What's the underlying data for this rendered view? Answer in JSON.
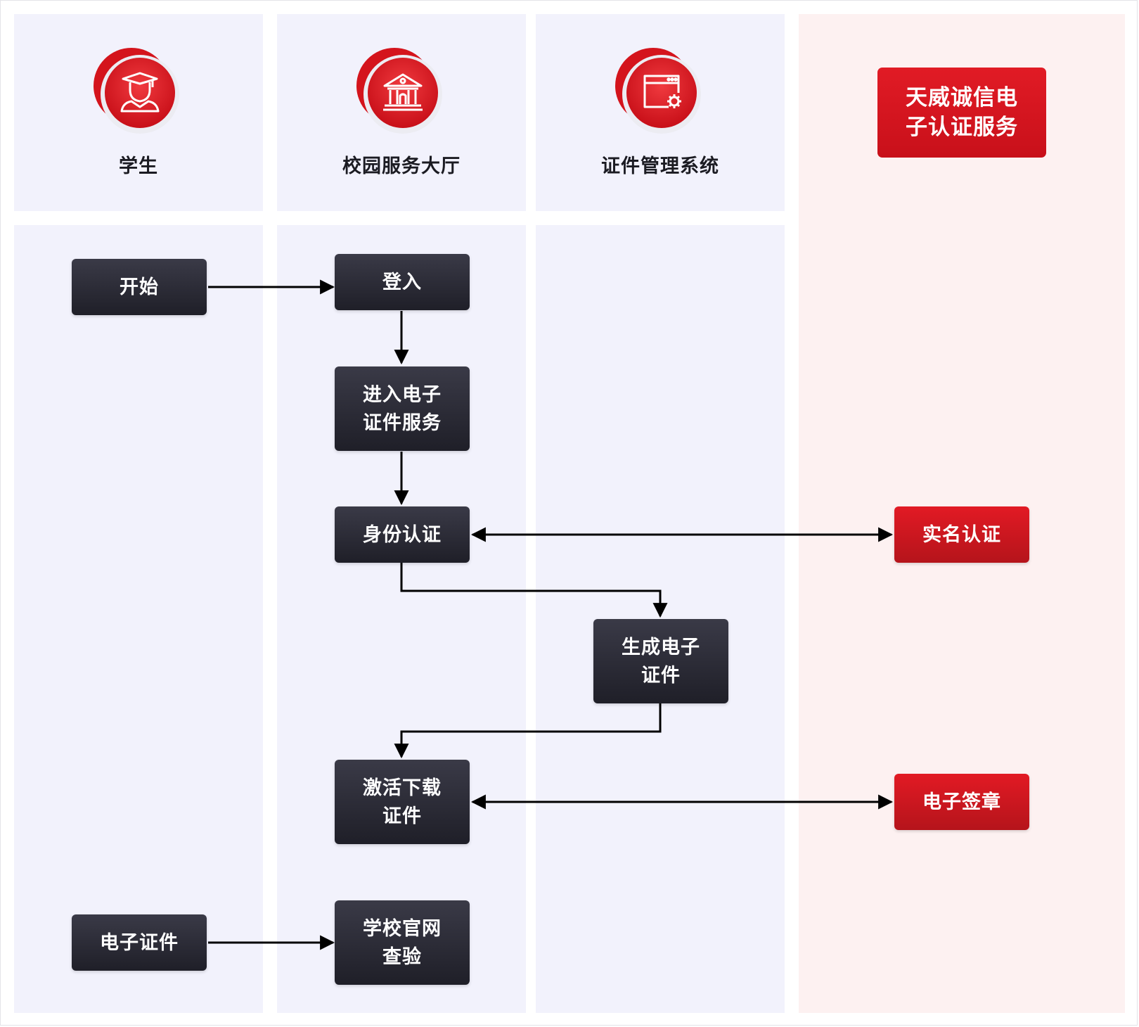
{
  "lanes": [
    {
      "title": "学生",
      "icon": "graduate-student-icon"
    },
    {
      "title": "校园服务大厅",
      "icon": "campus-building-icon"
    },
    {
      "title": "证件管理系统",
      "icon": "system-window-gear-icon"
    },
    {
      "title": "天威诚信电子认证服务"
    }
  ],
  "nodes": {
    "start": "开始",
    "login": "登入",
    "enter_service": "进入电子证件服务",
    "identity_auth": "身份认证",
    "realname_auth": "实名认证",
    "generate_cert": "生成电子证件",
    "activate_download": "激活下载证件",
    "e_seal": "电子签章",
    "e_cert": "电子证件",
    "school_verify": "学校官网查验"
  },
  "colors": {
    "brand_red": "#d4141c",
    "node_dark": "#2a2a35",
    "lane_lavender": "#f2f2fc",
    "lane_pink": "#fdf1f1"
  }
}
